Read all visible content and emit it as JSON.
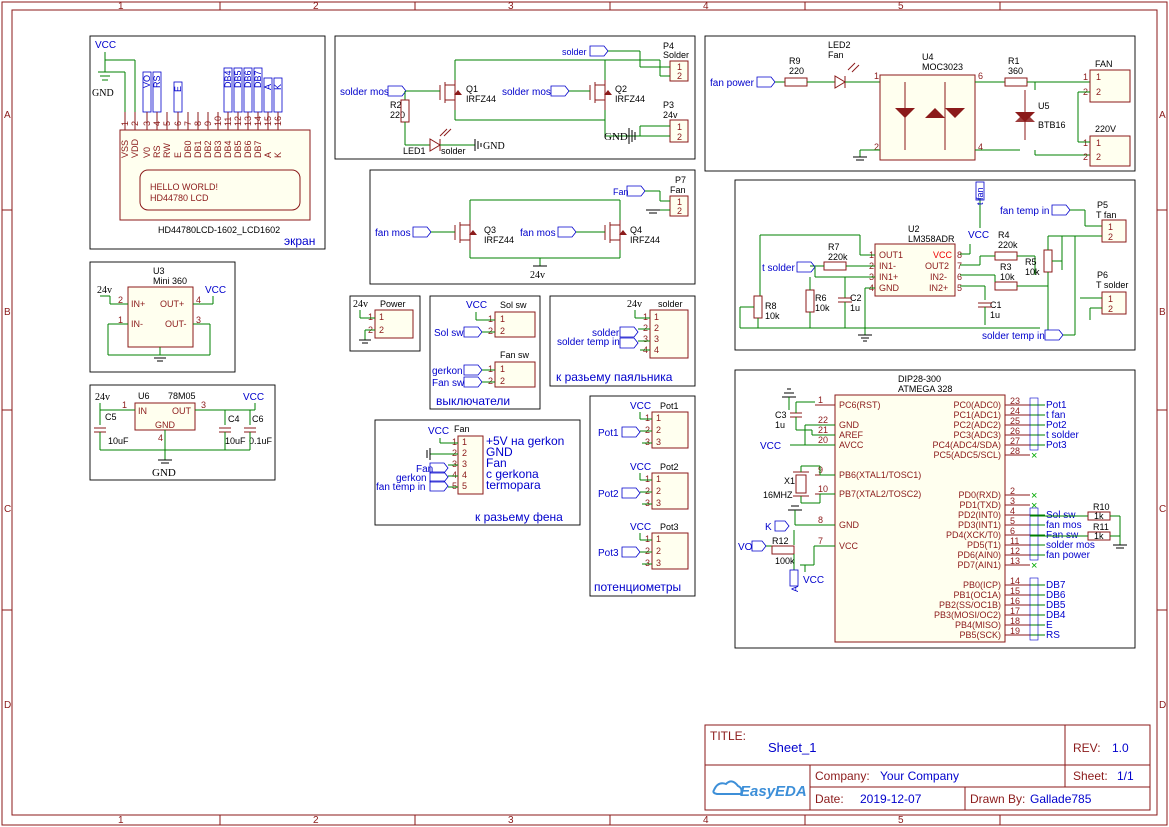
{
  "frame": {
    "cols": [
      "1",
      "2",
      "3",
      "4",
      "5"
    ],
    "rows": [
      "A",
      "B",
      "C",
      "D"
    ]
  },
  "lcd": {
    "vcc": "VCC",
    "gnd": "GND",
    "net_labels": [
      "VO",
      "RS",
      "E",
      "DB4",
      "DB5",
      "DB6",
      "DB7",
      "A",
      "K"
    ],
    "pins_num": [
      "1",
      "2",
      "3",
      "4",
      "5",
      "6",
      "7",
      "8",
      "9",
      "10",
      "11",
      "12",
      "13",
      "14",
      "15",
      "16"
    ],
    "pins_name": [
      "VSS",
      "VDD",
      "V0",
      "RS",
      "RW",
      "E",
      "DB0",
      "DB1",
      "DB2",
      "DB3",
      "DB4",
      "DB5",
      "DB6",
      "DB7",
      "A",
      "K"
    ],
    "screen_line1": "HELLO WORLD!",
    "screen_line2": "HD44780 LCD",
    "part_name": "HD44780LCD-1602_LCD1602",
    "section": "экран"
  },
  "solder_mos": {
    "net_solder": "solder",
    "p4_ref": "P4",
    "p4_name": "Solder",
    "q1": "Q1",
    "q1_type": "IRFZ44",
    "q2": "Q2",
    "q2_type": "IRFZ44",
    "net_in": "solder mos",
    "net_in2": "solder mos",
    "r2": "R2",
    "r2_val": "220",
    "led1": "LED1",
    "led1_net": "solder",
    "gnd": "GND",
    "p3_ref": "P3",
    "p3_name": "24v",
    "gnd2": "GND"
  },
  "fan_power": {
    "net_in": "fan power",
    "r9": "R9",
    "r9_val": "220",
    "led2": "LED2",
    "led2_name": "Fan",
    "u4": "U4",
    "u4_name": "MOC3023",
    "r1": "R1",
    "r1_val": "360",
    "fan": "FAN",
    "u5": "U5",
    "u5_name": "BTB16",
    "v220": "220V",
    "pin1": "1",
    "pin2": "2",
    "pin4": "4",
    "pin6": "6"
  },
  "fan_mos": {
    "net_fan": "Fan",
    "p7_ref": "P7",
    "p7_name": "Fan",
    "net_in": "fan mos",
    "net_in2": "fan mos",
    "q3": "Q3",
    "q3_type": "IRFZ44",
    "q4": "Q4",
    "q4_type": "IRFZ44",
    "v24": "24v"
  },
  "opamp": {
    "u2": "U2",
    "u2_name": "LM358ADR",
    "vcc": "VCC",
    "t_fan": "t fan",
    "fan_temp_in": "fan temp in",
    "p5_ref": "P5",
    "p5_name": "T fan",
    "p6_ref": "P6",
    "p6_name": "T solder",
    "r7": "R7",
    "r7_val": "220k",
    "r4": "R4",
    "r4_val": "220k",
    "r3": "R3",
    "r3_val": "10k",
    "r5": "R5",
    "r5_val": "10k",
    "r6": "R6",
    "r6_val": "10k",
    "r8": "R8",
    "r8_val": "10k",
    "c2": "C2",
    "c2_val": "1u",
    "c1": "C1",
    "c1_val": "1u",
    "t_solder": "t solder",
    "solder_temp_in": "solder temp in",
    "pins_l": [
      "OUT1",
      "IN1-",
      "IN1+",
      "GND"
    ],
    "pins_r": [
      "VCC",
      "OUT2",
      "IN2-",
      "IN2+"
    ],
    "pnums_l": [
      "1",
      "2",
      "3",
      "4"
    ],
    "pnums_r": [
      "8",
      "7",
      "6",
      "5"
    ]
  },
  "u3": {
    "ref": "U3",
    "name": "Mini 360",
    "v24": "24v",
    "vcc": "VCC",
    "in_p": "IN+",
    "in_m": "IN-",
    "out_p": "OUT+",
    "out_m": "OUT-",
    "p1": "1",
    "p2": "2",
    "p3": "3",
    "p4": "4"
  },
  "power_conn": {
    "v24": "24v",
    "title": "Power"
  },
  "sol_sw": {
    "vcc": "VCC",
    "title": "Sol sw",
    "net": "Sol sw"
  },
  "fan_sw": {
    "title": "Fan sw",
    "net1": "gerkon",
    "net2": "Fan sw"
  },
  "sw_section": "выключатели",
  "solder_conn": {
    "v24": "24v",
    "title": "solder",
    "net1": "solder",
    "net2": "solder temp in",
    "section": "к разьему паяльника"
  },
  "u6": {
    "ref": "U6",
    "name": "78M05",
    "v24": "24v",
    "vcc": "VCC",
    "in": "IN",
    "out": "OUT",
    "gnd": "GND",
    "gnd_net": "GND",
    "c5": "C5",
    "c5_val": "10uF",
    "c4": "C4",
    "c4_val": "10uF",
    "c6": "C6",
    "c6_val": "0.1uF",
    "p1": "1",
    "p3": "3",
    "p4": "4"
  },
  "fan_conn": {
    "vcc": "VCC",
    "title": "Fan",
    "net1": "Fan",
    "net2": "gerkon",
    "net3": "fan temp in",
    "notes": [
      "+5V на gerkon",
      "GND",
      "Fan",
      "с gerkona",
      "termopara"
    ],
    "section": "к разьему фена"
  },
  "pots": {
    "vcc": "VCC",
    "names": [
      "Pot1",
      "Pot2",
      "Pot3"
    ],
    "section": "потенциометры"
  },
  "mcu": {
    "name": "DIP28-300",
    "name2": "ATMEGA 328",
    "c3": "C3",
    "c3_val": "1u",
    "vcc": "VCC",
    "x1": "X1",
    "x1_val": "16MHZ",
    "k": "K",
    "vo": "VO",
    "r12": "R12",
    "r12_val": "100k",
    "a": "A",
    "r10": "R10",
    "r10_val": "1k",
    "r11": "R11",
    "r11_val": "1k",
    "left_pins": [
      {
        "n": "1",
        "name": "PC6(RST)"
      },
      {
        "n": "22",
        "name": "GND"
      },
      {
        "n": "21",
        "name": "AREF"
      },
      {
        "n": "20",
        "name": "AVCC"
      },
      {
        "n": "9",
        "name": "PB6(XTAL1/TOSC1)"
      },
      {
        "n": "10",
        "name": "PB7(XTAL2/TOSC2)"
      },
      {
        "n": "8",
        "name": "GND"
      },
      {
        "n": "7",
        "name": "VCC"
      }
    ],
    "right_pins": [
      {
        "n": "23",
        "name": "PC0(ADC0)",
        "net": "Pot1"
      },
      {
        "n": "24",
        "name": "PC1(ADC1)",
        "net": "t fan"
      },
      {
        "n": "25",
        "name": "PC2(ADC2)",
        "net": "Pot2"
      },
      {
        "n": "26",
        "name": "PC3(ADC3)",
        "net": "t solder"
      },
      {
        "n": "27",
        "name": "PC4(ADC4/SDA)",
        "net": "Pot3"
      },
      {
        "n": "28",
        "name": "PC5(ADC5/SCL)",
        "net": ""
      },
      {
        "n": "2",
        "name": "PD0(RXD)",
        "net": ""
      },
      {
        "n": "3",
        "name": "PD1(TXD)",
        "net": ""
      },
      {
        "n": "4",
        "name": "PD2(INT0)",
        "net": "Sol sw"
      },
      {
        "n": "5",
        "name": "PD3(INT1)",
        "net": "fan mos"
      },
      {
        "n": "6",
        "name": "PD4(XCK/T0)",
        "net": "Fan sw"
      },
      {
        "n": "11",
        "name": "PD5(T1)",
        "net": "solder mos"
      },
      {
        "n": "12",
        "name": "PD6(AIN0)",
        "net": "fan power"
      },
      {
        "n": "13",
        "name": "PD7(AIN1)",
        "net": ""
      },
      {
        "n": "14",
        "name": "PB0(ICP)",
        "net": "DB7"
      },
      {
        "n": "15",
        "name": "PB1(OC1A)",
        "net": "DB6"
      },
      {
        "n": "16",
        "name": "PB2(SS/OC1B)",
        "net": "DB5"
      },
      {
        "n": "17",
        "name": "PB3(MOSI/OC2)",
        "net": "DB4"
      },
      {
        "n": "18",
        "name": "PB4(MISO)",
        "net": "E"
      },
      {
        "n": "19",
        "name": "PB5(SCK)",
        "net": "RS"
      }
    ]
  },
  "title_block": {
    "title_label": "TITLE:",
    "title": "Sheet_1",
    "rev_label": "REV:",
    "rev": "1.0",
    "company_label": "Company:",
    "company": "Your Company",
    "sheet_label": "Sheet:",
    "sheet": "1/1",
    "date_label": "Date:",
    "date": "2019-12-07",
    "drawn_label": "Drawn By:",
    "drawn": "Gallade785",
    "logo": "EasyEDA"
  }
}
